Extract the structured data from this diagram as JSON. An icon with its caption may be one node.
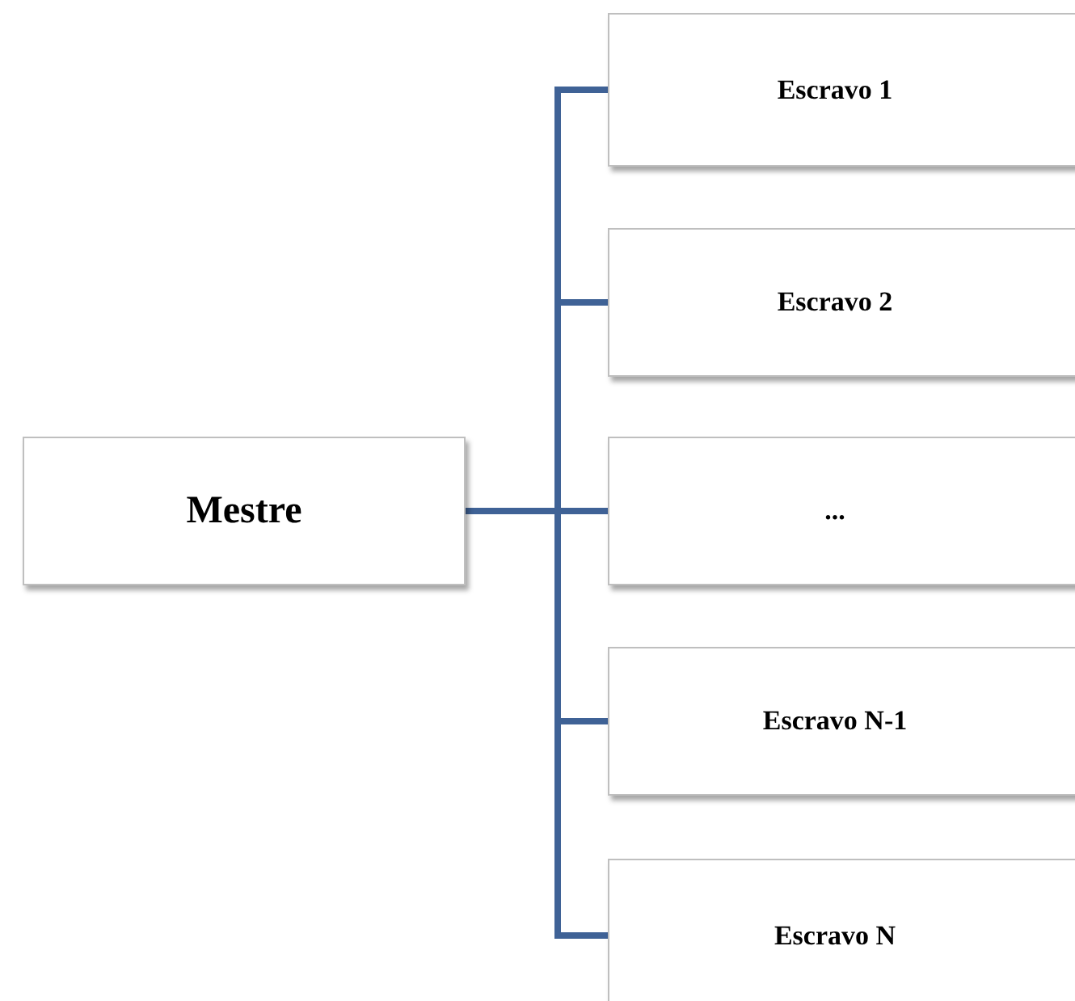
{
  "diagram": {
    "nodes": [
      {
        "text": [
          "Mestre"
        ]
      },
      {
        "text": [
          "Escravo 1"
        ]
      },
      {
        "text": [
          "Escravo 2"
        ]
      },
      {
        "text": [
          "..."
        ]
      },
      {
        "text": [
          "Escravo N-1"
        ]
      },
      {
        "text": [
          "Escravo N"
        ]
      }
    ],
    "edges": [
      {
        "from": 0,
        "to": 1,
        "arrow": "none"
      },
      {
        "from": 0,
        "to": 2,
        "arrow": "none"
      },
      {
        "from": 0,
        "to": 3,
        "arrow": "none"
      },
      {
        "from": 0,
        "to": 4,
        "arrow": "none"
      },
      {
        "from": 0,
        "to": 5,
        "arrow": "none"
      }
    ]
  }
}
